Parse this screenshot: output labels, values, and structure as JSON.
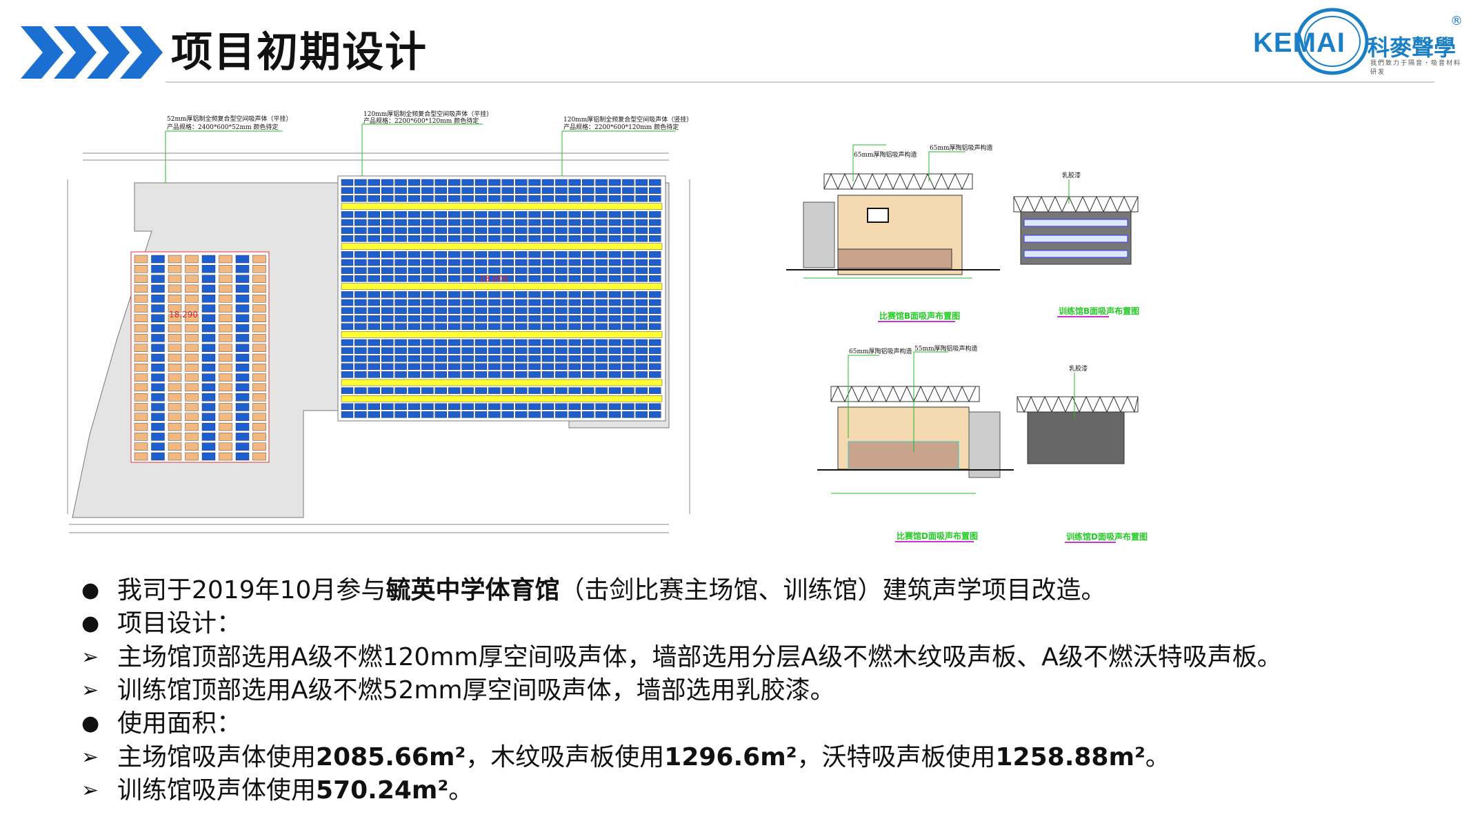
{
  "header": {
    "title": "项目初期设计"
  },
  "logo": {
    "brand": "KEMAI",
    "brand_cn": "科麥聲學",
    "slogan": "我們致力于隔音・吸音材料研发",
    "registered": "®"
  },
  "plan": {
    "callouts": [
      {
        "line1": "52mm厚铝制全频复合型空间吸声体（平挂）",
        "line2": "产品规格：2400*600*52mm 颜色待定"
      },
      {
        "line1": "120mm厚铝制全频复合型空间吸声体（平挂）",
        "line2": "产品规格：2200*600*120mm 颜色待定"
      },
      {
        "line1": "120mm厚铝制全频复合型空间吸声体（竖挂）",
        "line2": "产品规格：2200*600*120mm 颜色待定"
      }
    ],
    "elevation_left": "18.290",
    "elevation_right": "18.000",
    "colors": {
      "blue": "#1e5fd0",
      "orange": "#f2b880",
      "yellow": "#ffff33",
      "line": "#22bb22"
    }
  },
  "elevations": {
    "b_main": {
      "note1": "65mm厚陶铝吸声构造",
      "note2": "65mm厚陶铝吸声构造",
      "caption": "比赛馆B面吸声布置图"
    },
    "b_train": {
      "note": "乳胶漆",
      "caption": "训练馆B面吸声布置图"
    },
    "d_main": {
      "note1": "65mm厚陶铝吸声构造",
      "note2": "55mm厚陶铝吸声构造",
      "caption": "比赛馆D面吸声布置图"
    },
    "d_train": {
      "note": "乳胶漆",
      "caption": "训练馆D面吸声布置图"
    }
  },
  "bullets": {
    "l1": {
      "marker": "●",
      "a": "我司于2019年10月参与",
      "b": "毓英中学体育馆",
      "c": "（击剑比赛主场馆、训练馆）建筑声学项目改造。"
    },
    "l2": {
      "marker": "●",
      "a": "项目设计："
    },
    "l3": {
      "marker": "➢",
      "a": "主场馆顶部选用A级不燃120mm厚空间吸声体，墙部选用分层A级不燃木纹吸声板、A级不燃沃特吸声板。"
    },
    "l4": {
      "marker": "➢",
      "a": "训练馆顶部选用A级不燃52mm厚空间吸声体，墙部选用乳胶漆。"
    },
    "l5": {
      "marker": "●",
      "a": "使用面积："
    },
    "l6": {
      "marker": "➢",
      "a": "主场馆吸声体使用",
      "v1": "2085.66m²",
      "b": "，木纹吸声板使用",
      "v2": "1296.6m²",
      "c": "，沃特吸声板使用",
      "v3": "1258.88m²",
      "d": "。"
    },
    "l7": {
      "marker": "➢",
      "a": "训练馆吸声体使用",
      "v1": "570.24m²",
      "d": "。"
    }
  }
}
